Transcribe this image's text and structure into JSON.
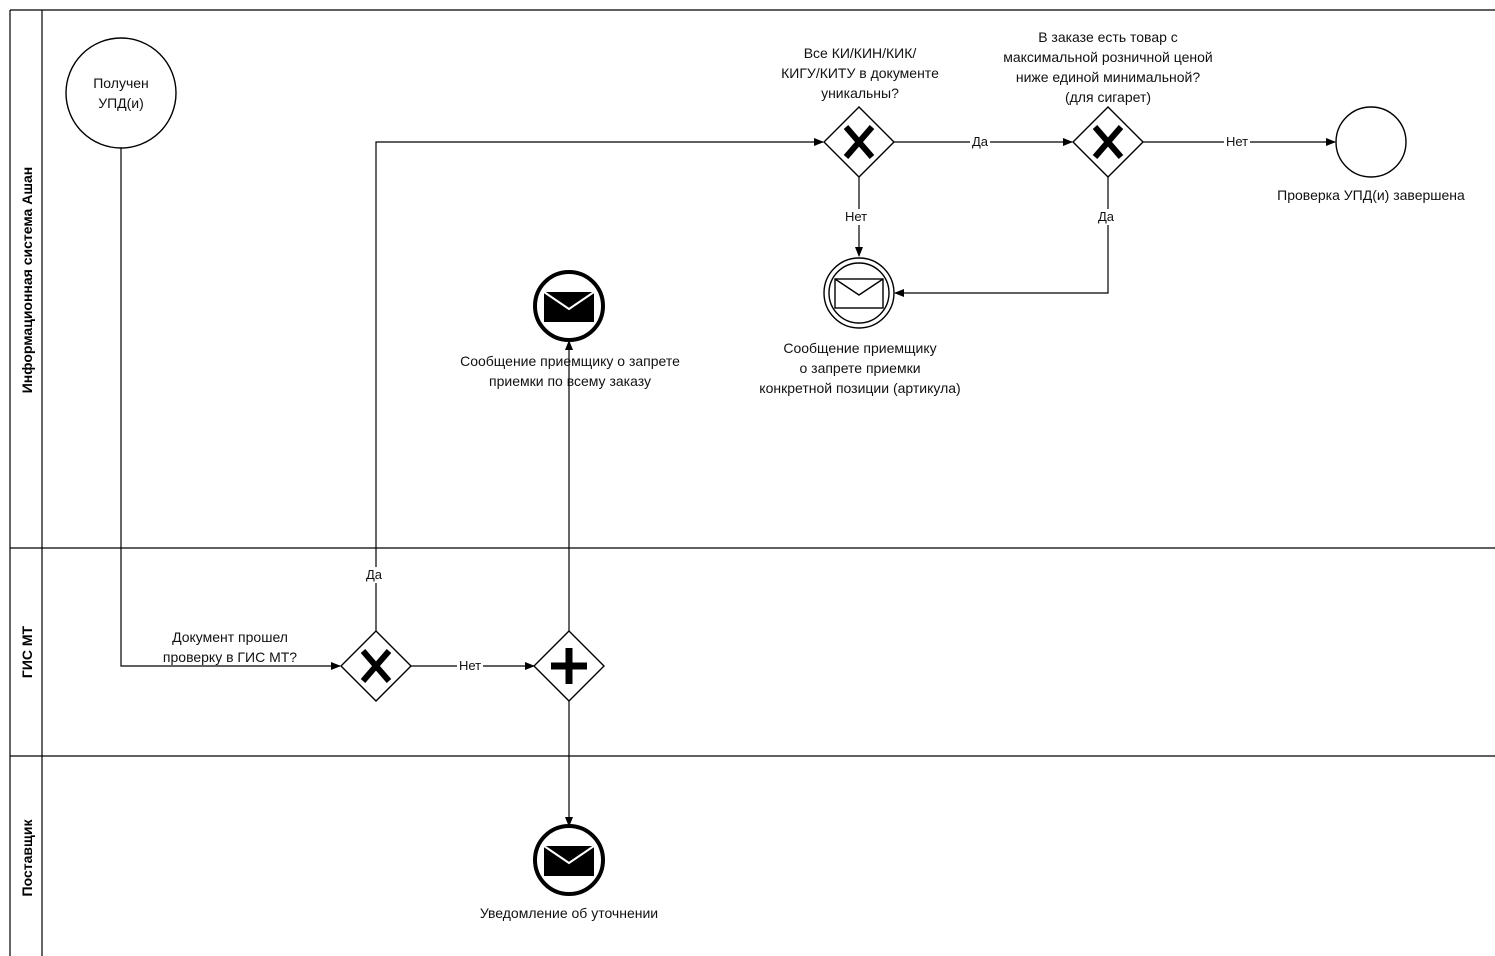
{
  "lanes": {
    "top": "Информационная система Ашан",
    "middle": "ГИС МТ",
    "bottom": "Поставщик"
  },
  "events": {
    "start": "Получен\nУПД(и)",
    "end": "Проверка УПД(и) завершена",
    "msg_item": "Сообщение приемщику\nо запрете приемки\nконкретной позиции (артикула)",
    "msg_order": "Сообщение приемщику о запрете\nприемки по всему заказу",
    "notify_supplier": "Уведомление об уточнении"
  },
  "gateways": {
    "gis_check": "Документ прошел\nпроверку в ГИС МТ?",
    "unique": "Все КИ/КИН/КИК/\nКИГУ/КИТУ в документе\nуникальны?",
    "price": "В заказе есть товар с\nмаксимальной розничной ценой\nниже единой минимальной?\n(для сигарет)"
  },
  "edges": {
    "gis_yes": "Да",
    "gis_no": "Нет",
    "unique_yes": "Да",
    "unique_no": "Нет",
    "price_no": "Нет",
    "price_yes": "Да"
  }
}
